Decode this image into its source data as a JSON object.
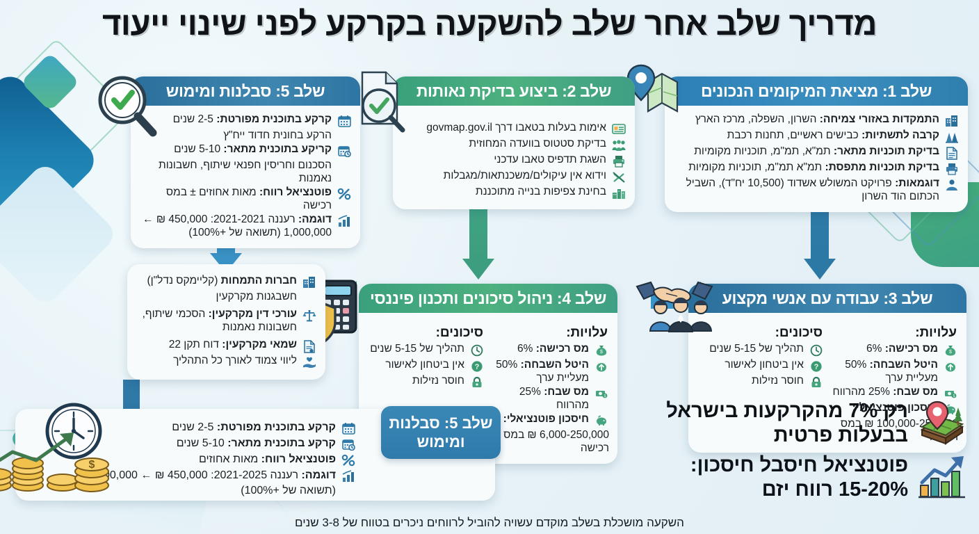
{
  "title": "מדריך שלב אחר שלב להשקעה בקרקע לפני שינוי ייעוד",
  "footer": "השקעה מושכלת בשלב מוקדם עשויה להוביל לרווחים ניכרים בטווח של 3-8 שנים",
  "colors": {
    "blue": "#2f7fae",
    "blue_dark": "#2a6f9b",
    "green": "#45a57f",
    "green_arrow": "#47a86f",
    "blue_arrow": "#3b94c7",
    "background": "#eaf4f8",
    "card": "#f7fbfc",
    "text": "#1a1f24"
  },
  "step1": {
    "heading": "שלב 1: מציאת המיקומים הנכונים",
    "icons": [
      "map-pin-icon",
      "check-document-icon"
    ],
    "rows": [
      {
        "icon": "buildings-icon",
        "bold": "התמקדות באזורי צמיחה:",
        "text": " השרון, השפלה, מרכז הארץ"
      },
      {
        "icon": "bridge-icon",
        "bold": "קרבה לתשתיות:",
        "text": " כבישים ראשיים, תחנות רכבת"
      },
      {
        "icon": "document-icon",
        "bold": "בדיקת תוכניות מתאר:",
        "text": " תמ\"א, תמ\"מ, תוכניות מקומיות"
      },
      {
        "icon": "printer-icon",
        "bold": "בדיקת תוכניות מתפסת:",
        "text": " תמ\"א תמ\"מ, תוכניות מקומיות"
      },
      {
        "icon": "person-icon",
        "bold": "דוגמאות:",
        "text": " פרויקט המשולש אשדוד (10,500 יח\"ד), השביל הכתום הוד השרון"
      }
    ]
  },
  "step2": {
    "heading": "שלב 2: ביצוע בדיקת נאותות",
    "icons": [
      "document-check-magnifier-icon"
    ],
    "rows": [
      {
        "icon": "id-card-icon",
        "bold": "",
        "text": "אימות בעלות בטאבו דרך govmap.gov.il"
      },
      {
        "icon": "group-icon",
        "bold": "",
        "text": "בדיקת סטטוס בוועדה המחוזית"
      },
      {
        "icon": "printer-icon",
        "bold": "",
        "text": "השגת תדפיס טאבו עדכני"
      },
      {
        "icon": "no-lien-icon",
        "bold": "",
        "text": "וידוא אין עיקולים/משכנתאות/מגבלות"
      },
      {
        "icon": "city-icon",
        "bold": "",
        "text": "בחינת צפיפות בנייה מתוכננת"
      }
    ]
  },
  "step5_top": {
    "heading": "שלב 5: סבלנות ומימוש",
    "icons": [
      "check-magnifier-icon"
    ],
    "rows": [
      {
        "icon": "calendar-icon",
        "bold": "קרקע בתוכנית מפורטת:",
        "text": " 2-5 שנים"
      },
      {
        "icon": "",
        "bold": "",
        "text": "הרקע בחונית חדוד ייח\"ץ"
      },
      {
        "icon": "calendar-clock-icon",
        "bold": "קריקע בתוכנית מתאר:",
        "text": " 5-10 שנים"
      },
      {
        "icon": "",
        "bold": "",
        "text": "הסכנום וחריסין חפנאי שיתוף, חשבונות נאמנות"
      },
      {
        "icon": "percent-icon",
        "bold": "פוטנציאל רווח:",
        "text": " מאות אחוזים ± במס רכישה"
      },
      {
        "icon": "chart-icon",
        "bold": "דוגמה:",
        "text": " רעננה 2021-2021: 450,000 ₪ ← 1,000,000 (תשואה של +100%)"
      }
    ]
  },
  "step3": {
    "heading": "שלב 3: עבודה עם אנשי מקצוע",
    "icons": [
      "handshake-icon",
      "professionals-icon"
    ],
    "risks_title": "סיכונים:",
    "risks": [
      {
        "icon": "clock-icon",
        "text": "תהליך של 5-15 שנים"
      },
      {
        "icon": "question-icon",
        "text": "אין ביטחון לאישור"
      },
      {
        "icon": "lock-icon",
        "text": "חוסר נזילות"
      }
    ],
    "costs_title": "עלויות:",
    "costs": [
      {
        "icon": "money-bag-icon",
        "bold": "מס רכישה:",
        "text": " 6%"
      },
      {
        "icon": "money-up-icon",
        "bold": "היטל השבחה:",
        "text": " 50% מעליית ערך"
      },
      {
        "icon": "cash-icon",
        "bold": "מס שבח:",
        "text": " 25% מהרווח"
      },
      {
        "icon": "piggy-bank-icon",
        "bold": "חיסכון פוטנציאלי:",
        "text": ""
      },
      {
        "icon": "",
        "bold": "",
        "text": "100,000-250,000 ₪ במס רכישה"
      }
    ]
  },
  "step4": {
    "heading": "שלב 4: ניהול סיכונים ותכנון פיננסי",
    "icons": [
      "calculator-icon",
      "shield-dollar-icon"
    ],
    "risks_title": "סיכונים:",
    "risks": [
      {
        "icon": "clock-icon",
        "text": "תהליך של 5-15 שנים"
      },
      {
        "icon": "question-icon",
        "text": "אין ביטחון לאישור"
      },
      {
        "icon": "lock-icon",
        "text": "חוסר נזילות"
      }
    ],
    "costs_title": "עלויות:",
    "costs": [
      {
        "icon": "money-bag-icon",
        "bold": "מס רכישה:",
        "text": " 6%"
      },
      {
        "icon": "money-up-icon",
        "bold": "היטל השבחה:",
        "text": " 50% מעליית ערך"
      },
      {
        "icon": "cash-icon",
        "bold": "מס שבח:",
        "text": " 25% מהרווח"
      },
      {
        "icon": "piggy-bank-icon",
        "bold": "חיסכון פוטנציאלי:",
        "text": ""
      },
      {
        "icon": "",
        "bold": "",
        "text": "6,000-250,000 ₪ במס רכישה"
      }
    ]
  },
  "professionals": {
    "rows": [
      {
        "icon": "buildings-icon",
        "bold": "חברות התמחות",
        "text": " (קליימקס נדל\"ן)"
      },
      {
        "icon": "",
        "bold": "",
        "text": "חשבגנות מקרקעין"
      },
      {
        "icon": "scales-icon",
        "bold": "עורכי דין מקרקעין:",
        "text": " הסכמי שיתוף, חשבונות נאמנות"
      },
      {
        "icon": "report-icon",
        "bold": "שמאי מקרקעין:",
        "text": " דוח תקן 22"
      },
      {
        "icon": "hand-heart-icon",
        "bold": "",
        "text": "ליווי צמוד לאורך כל התהליך"
      }
    ]
  },
  "summary": {
    "heading_line1": "שלב 5: סבלנות",
    "heading_line2": "ומימוש",
    "icons": [
      "clock-icon",
      "coins-growth-icon"
    ],
    "rows": [
      {
        "icon": "calendar-icon",
        "bold": "קרקע בתוכנית מפורטת:",
        "text": " 2-5 שנים"
      },
      {
        "icon": "calendar-clock-icon",
        "bold": "קרקע בתוכנית מתאר:",
        "text": " 5-10 שנים"
      },
      {
        "icon": "percent-icon",
        "bold": "פוטנציאל רווח:",
        "text": " מאות אחוזים"
      },
      {
        "icon": "chart-icon",
        "bold": "דוגמה:",
        "text": " רעננה 2021-2025: 450,000 ₪ ← 1,000,000 (תשואה של +100%)"
      }
    ]
  },
  "stats": [
    {
      "icon": "land-plot-pin-icon",
      "line1": "רק 7% מהקרקעות בישראל",
      "line2": "בבעלות פרטית"
    },
    {
      "icon": "growth-chart-icon",
      "line1": "פוטנציאל חיסבל חיסכון:",
      "line2": "15-20% רווח יזם"
    }
  ]
}
